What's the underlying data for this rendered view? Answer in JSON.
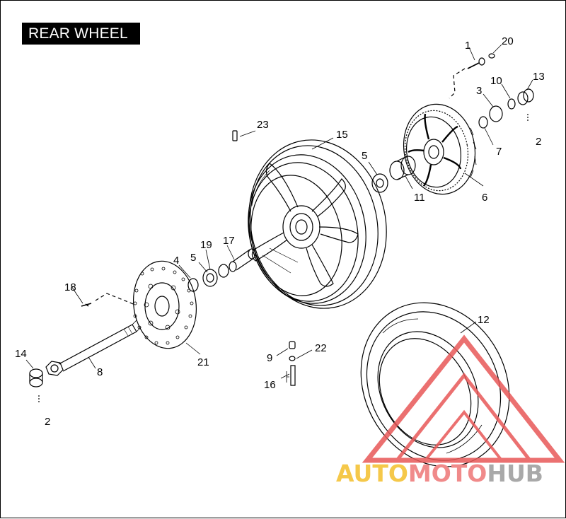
{
  "title": "REAR WHEEL",
  "callouts": [
    {
      "id": "c1",
      "label": "1"
    },
    {
      "id": "c20",
      "label": "20"
    },
    {
      "id": "c10",
      "label": "10"
    },
    {
      "id": "c13",
      "label": "13"
    },
    {
      "id": "c3",
      "label": "3"
    },
    {
      "id": "c2a",
      "label": "2"
    },
    {
      "id": "c7",
      "label": "7"
    },
    {
      "id": "c23",
      "label": "23"
    },
    {
      "id": "c15",
      "label": "15"
    },
    {
      "id": "c5a",
      "label": "5"
    },
    {
      "id": "c11",
      "label": "11"
    },
    {
      "id": "c6",
      "label": "6"
    },
    {
      "id": "c4",
      "label": "4"
    },
    {
      "id": "c19",
      "label": "19"
    },
    {
      "id": "c17",
      "label": "17"
    },
    {
      "id": "c5b",
      "label": "5"
    },
    {
      "id": "c18",
      "label": "18"
    },
    {
      "id": "c12",
      "label": "12"
    },
    {
      "id": "c9",
      "label": "9"
    },
    {
      "id": "c22",
      "label": "22"
    },
    {
      "id": "c14",
      "label": "14"
    },
    {
      "id": "c8",
      "label": "8"
    },
    {
      "id": "c21",
      "label": "21"
    },
    {
      "id": "c16",
      "label": "16"
    },
    {
      "id": "c2b",
      "label": "2"
    }
  ],
  "watermark": {
    "part1": "AUTO",
    "part2": "MOTO",
    "part3": "HUB",
    "color_auto": "#f5c84a",
    "color_moto": "#f08a8a",
    "color_hub": "#a9a9a9",
    "logo_color": "#e85858"
  }
}
